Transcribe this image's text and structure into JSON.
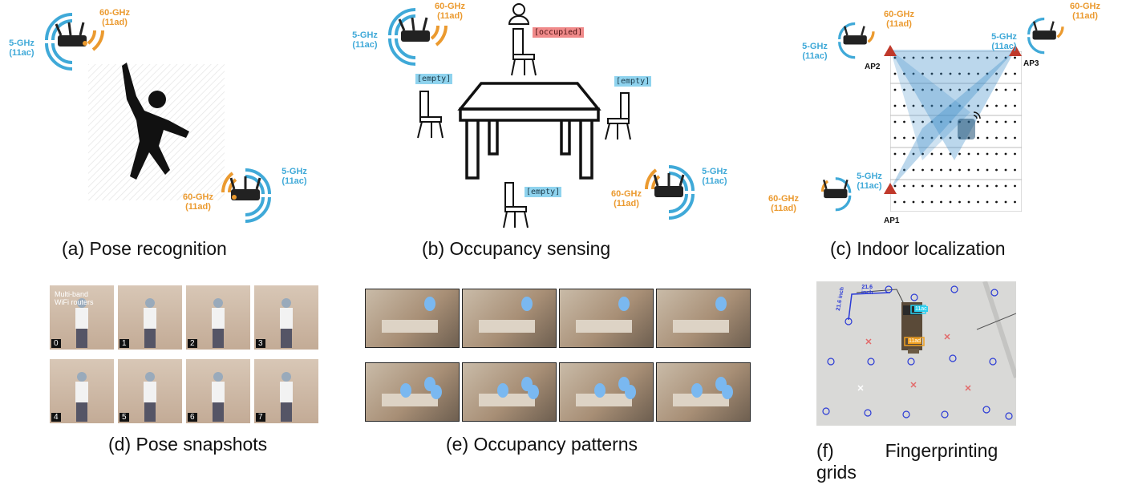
{
  "captions": {
    "a": "(a) Pose recognition",
    "b": "(b) Occupancy sensing",
    "c": "(c) Indoor localization",
    "d": "(d) Pose snapshots",
    "e": "(e) Occupancy patterns",
    "f_line1": "(f)          Fingerprinting",
    "f_line2": "grids"
  },
  "band": {
    "g5": "5-GHz",
    "ac": "(11ac)",
    "g60": "60-GHz",
    "ad": "(11ad)"
  },
  "occupancy": {
    "occupied": "[occupied]",
    "empty": "[empty]"
  },
  "localization": {
    "ap1": "AP1",
    "ap2": "AP2",
    "ap3": "AP3"
  },
  "pose": {
    "overlay_line1": "Multi-band",
    "overlay_line2": "WiFi routers",
    "numbers": [
      "0",
      "1",
      "2",
      "3",
      "4",
      "5",
      "6",
      "7"
    ]
  },
  "fingerprint": {
    "dim_h": "21.6",
    "dim_h_unit": "inch",
    "dim_v": "21.6 inch",
    "tag_ac": "11ac",
    "tag_ad": "11ad"
  },
  "colors": {
    "band_5ghz": "#3fa9d8",
    "band_60ghz": "#eb9a2f",
    "occupied": "#f08a8a",
    "empty": "#8fd3ee",
    "ap_marker": "#c0392b"
  }
}
